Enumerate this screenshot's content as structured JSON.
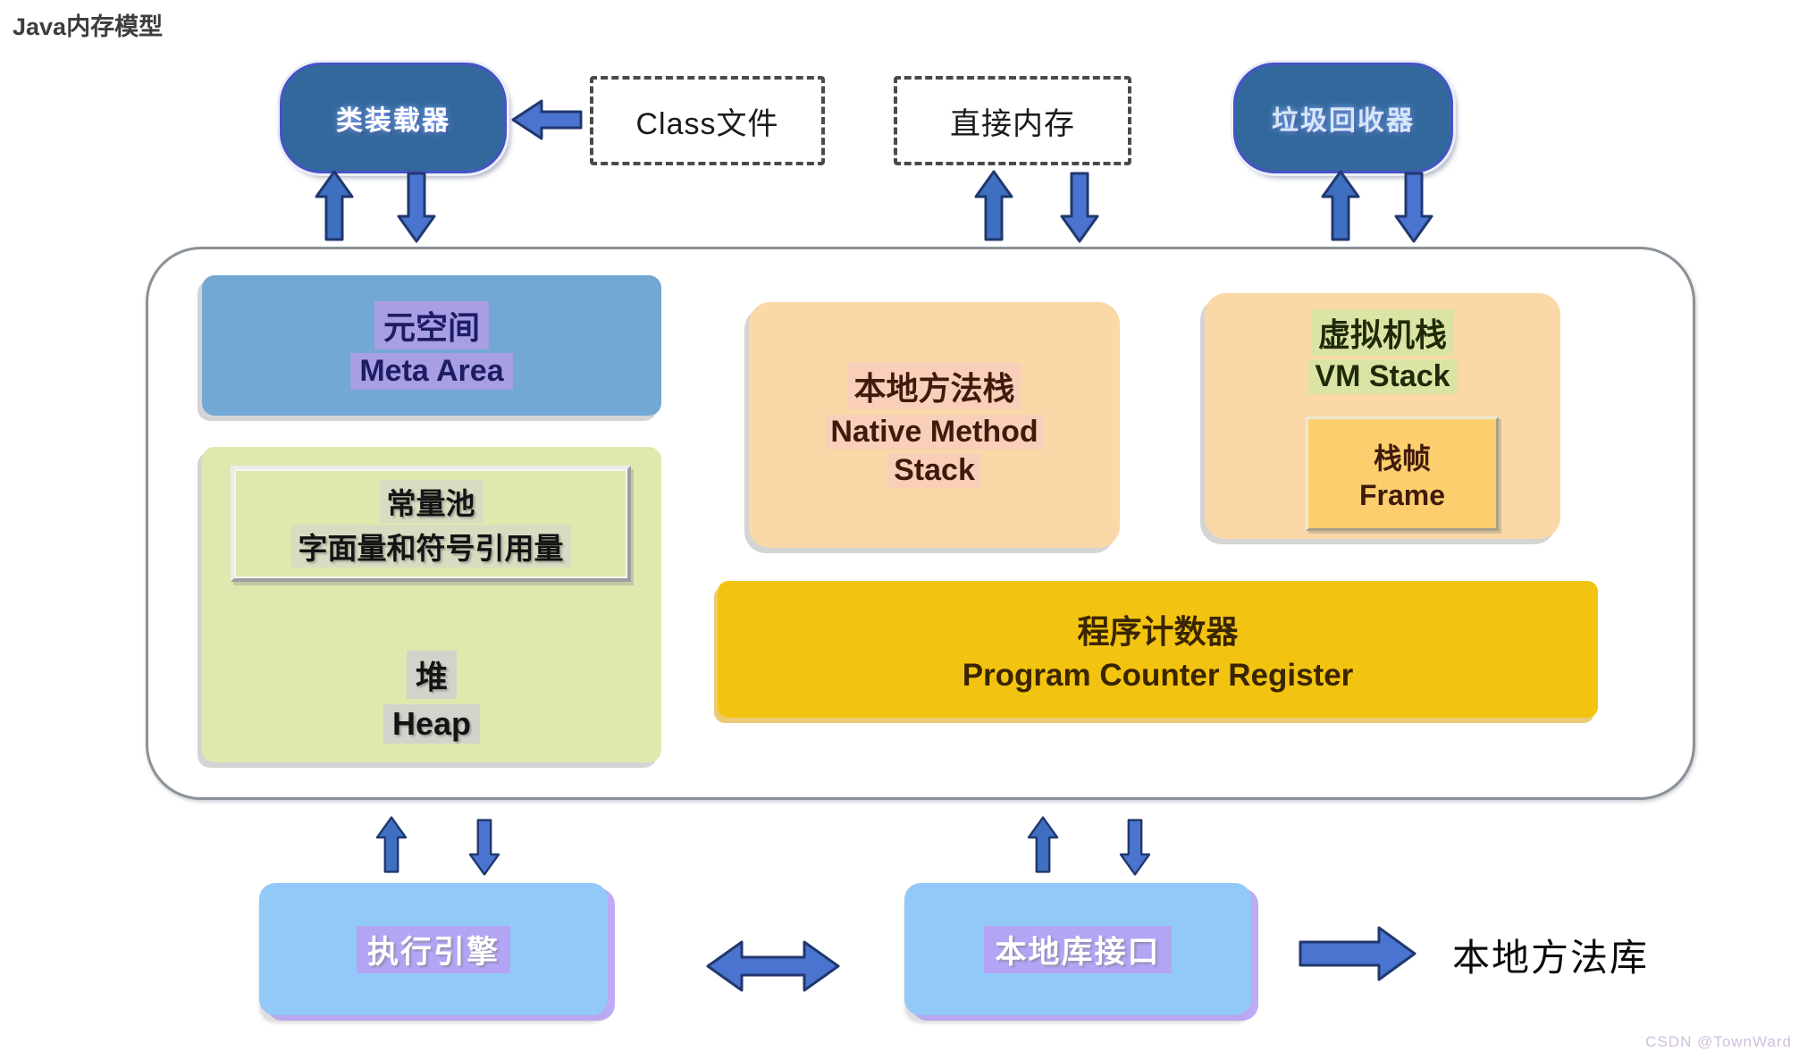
{
  "title": "Java内存模型",
  "watermark": "CSDN @TownWard",
  "top": {
    "class_loader": "类装载器",
    "class_file": "Class文件",
    "direct_memory": "直接内存",
    "garbage_collector": "垃圾回收器"
  },
  "runtime": {
    "meta_zh": "元空间",
    "meta_en": "Meta Area",
    "constant_pool_zh": "常量池",
    "constant_pool_sub": "字面量和符号引用量",
    "heap_zh": "堆",
    "heap_en": "Heap",
    "native_stack_zh": "本地方法栈",
    "native_stack_en1": "Native Method",
    "native_stack_en2": "Stack",
    "vm_stack_zh": "虚拟机栈",
    "vm_stack_en": "VM Stack",
    "frame_zh": "栈帧",
    "frame_en": "Frame",
    "pcr_zh": "程序计数器",
    "pcr_en": "Program Counter Register"
  },
  "bottom": {
    "execution_engine": "执行引擎",
    "native_interface": "本地库接口",
    "native_library": "本地方法库"
  },
  "colors": {
    "node_dark_blue": "#33689C",
    "meta_blue": "#73A7D4",
    "heap_green": "#DEE9AE",
    "stack_peach": "#FBD8A8",
    "frame_gold": "#FCCE6E",
    "pcr_gold": "#F2C411",
    "engine_blue": "#93C9F8",
    "arrow_blue": "#4A74CF",
    "arrow_outline": "#20386E",
    "highlight_lavender": "#A79EE3"
  }
}
